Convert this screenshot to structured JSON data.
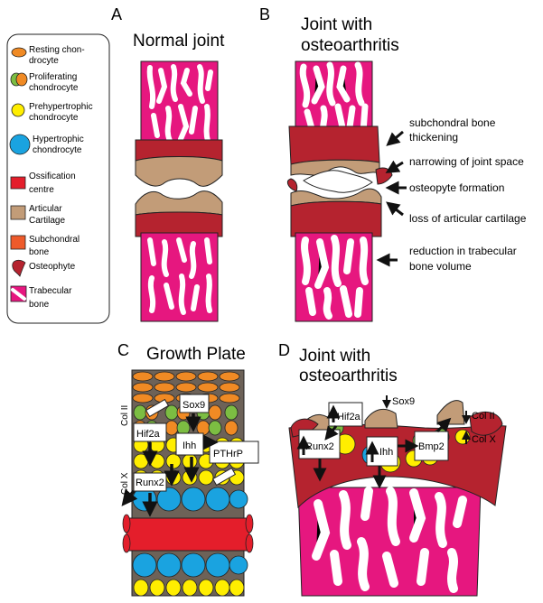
{
  "panels": {
    "a": {
      "letter": "A",
      "title": "Normal joint"
    },
    "b": {
      "letter": "B",
      "title_line1": "Joint with",
      "title_line2": "osteoarthritis"
    },
    "c": {
      "letter": "C",
      "title": "Growth Plate"
    },
    "d": {
      "letter": "D",
      "title_line1": "Joint with",
      "title_line2": "osteoarthritis"
    }
  },
  "legend": {
    "items": [
      {
        "lines": [
          "Resting chon-",
          "drocyte"
        ],
        "icon": "orange-ellipse-icon"
      },
      {
        "lines": [
          "Proliferating",
          "chondrocyte"
        ],
        "icon": "green-orange-pair-icon"
      },
      {
        "lines": [
          "Prehypertrophic",
          "chondrocyte"
        ],
        "icon": "yellow-circle-icon"
      },
      {
        "lines": [
          "Hypertrophic",
          "chondrocyte"
        ],
        "icon": "blue-circle-icon"
      },
      {
        "lines": [
          "Ossification",
          "centre"
        ],
        "icon": "red-square-icon"
      },
      {
        "lines": [
          "Articular",
          "Cartilage"
        ],
        "icon": "tan-square-icon"
      },
      {
        "lines": [
          "Subchondral",
          "bone"
        ],
        "icon": "orange-square-icon"
      },
      {
        "lines": [
          "Osteophyte"
        ],
        "icon": "osteophyte-icon"
      },
      {
        "lines": [
          "Trabecular",
          "bone"
        ],
        "icon": "trabecular-icon"
      }
    ]
  },
  "annotations_b": [
    {
      "lines": [
        "subchondral bone",
        "thickening"
      ]
    },
    {
      "lines": [
        "narrowing of joint space"
      ]
    },
    {
      "lines": [
        "osteopyte formation"
      ]
    },
    {
      "lines": [
        "loss of articular cartilage"
      ]
    },
    {
      "lines": [
        "reduction in trabecular",
        "bone volume"
      ]
    }
  ],
  "growth_plate_labels": {
    "sox9": "Sox9",
    "hif2a": "Hif2a",
    "ihh": "Ihh",
    "pthrp": "PTHrP",
    "runx2": "Runx2",
    "col2": "Col II",
    "colx": "Col X"
  },
  "oa_labels": {
    "sox9": "Sox9",
    "hif2a": "Hif2a",
    "runx2": "Runx2",
    "ihh": "Ihh",
    "bmp2": "Bmp2",
    "col2": "Col II",
    "colx": "Col X"
  },
  "colors": {
    "trabecular": "#e6177f",
    "subchondral": "#b5232f",
    "cartilage": "#c29c78",
    "ossification": "#e41e2b",
    "resting": "#f08a24",
    "proliferating": "#7cbd42",
    "prehypertrophic": "#ffee00",
    "hypertrophic": "#1aa3e0",
    "matrix": "#6d6258"
  }
}
